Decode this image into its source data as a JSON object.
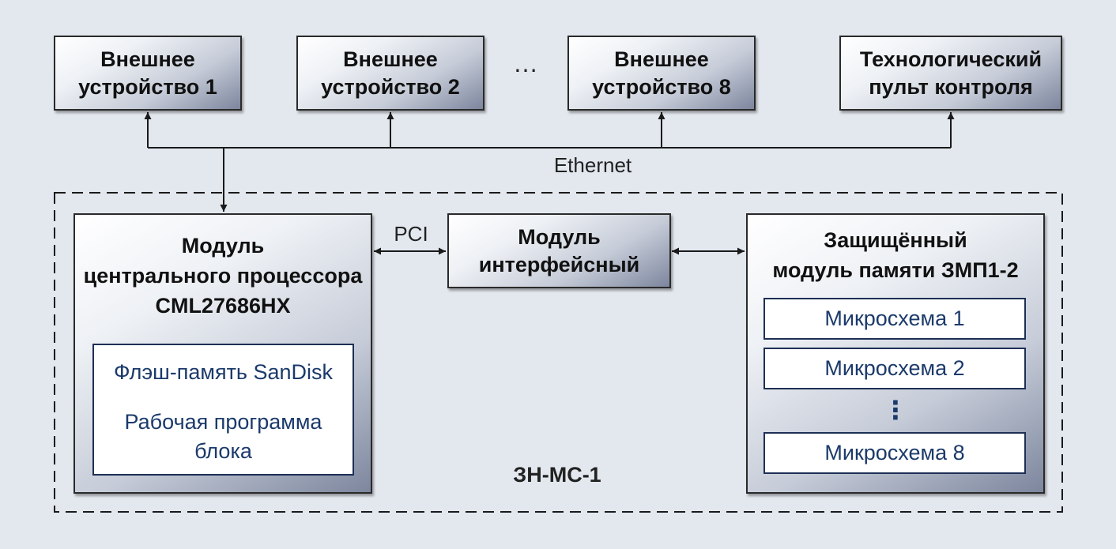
{
  "external_devices": [
    {
      "line1": "Внешнее",
      "line2": "устройство 1"
    },
    {
      "line1": "Внешнее",
      "line2": "устройство 2"
    },
    {
      "line1": "Внешнее",
      "line2": "устройство 8"
    }
  ],
  "ellipsis": "…",
  "control_panel": {
    "line1": "Технологический",
    "line2": "пульт контроля"
  },
  "bus_label": "Ethernet",
  "pci_label": "PCI",
  "system_label": "ЗН-МС-1",
  "cpu_module": {
    "line1": "Модуль",
    "line2": "центрального процессора",
    "line3": "CML27686HX",
    "flash": "Флэш-память SanDisk",
    "program_line1": "Рабочая программа",
    "program_line2": "блока"
  },
  "interface_module": {
    "line1": "Модуль",
    "line2": "интерфейсный"
  },
  "memory_module": {
    "line1": "Защищённый",
    "line2": "модуль памяти ЗМП1-2",
    "chips": [
      "Микросхема 1",
      "Микросхема 2",
      "Микросхема 8"
    ],
    "chip_ellipsis": "⋮"
  }
}
